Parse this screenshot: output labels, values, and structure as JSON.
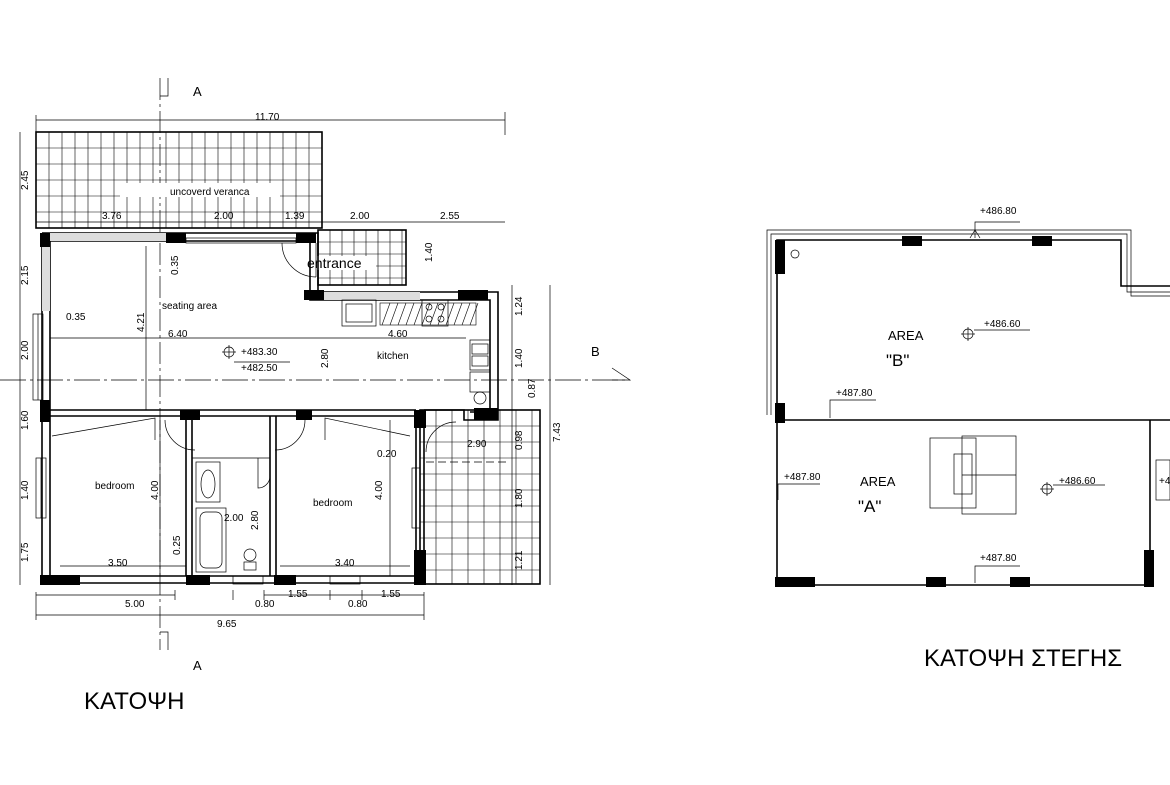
{
  "section_marks": {
    "a_top": "A",
    "a_bottom": "A",
    "b": "B"
  },
  "ground_plan": {
    "title": "ΚΑΤΟΨΗ",
    "rooms": {
      "veranda": "uncoverd veranca",
      "entrance": "entrance",
      "seating": "seating area",
      "kitchen": "kitchen",
      "bedroom_left": "bedroom",
      "bedroom_right": "bedroom"
    },
    "levels": {
      "upper": "+483.30",
      "lower": "+482.50"
    },
    "dims_top": [
      "11.70",
      "3.76",
      "2.00",
      "1.39",
      "2.00",
      "2.55"
    ],
    "dims_left": [
      "2.45",
      "2.15",
      "2.00",
      "1.60",
      "1.40",
      "1.75"
    ],
    "dims_right": [
      "1.24",
      "1.40",
      "0.87",
      "0.98",
      "1.80",
      "1.21",
      "7.43"
    ],
    "dims_inner": [
      "0.35",
      "0.35",
      "4.21",
      "6.40",
      "2.80",
      "4.60",
      "1.40",
      "0.20",
      "2.90",
      "4.00",
      "4.00",
      "2.00",
      "2.80",
      "0.25",
      "3.50",
      "3.40"
    ],
    "dims_bottom": [
      "5.00",
      "0.80",
      "1.55",
      "0.80",
      "1.55",
      "9.65"
    ]
  },
  "roof_plan": {
    "title": "ΚΑΤΟΨΗ ΣΤΕΓΗΣ",
    "area_b": {
      "label": "AREA",
      "letter": "\"B\""
    },
    "area_a": {
      "label": "AREA",
      "letter": "\"A\""
    },
    "levels": [
      "+486.80",
      "+486.60",
      "+487.80",
      "+487.80",
      "+486.60",
      "+487.80",
      "+4"
    ]
  }
}
